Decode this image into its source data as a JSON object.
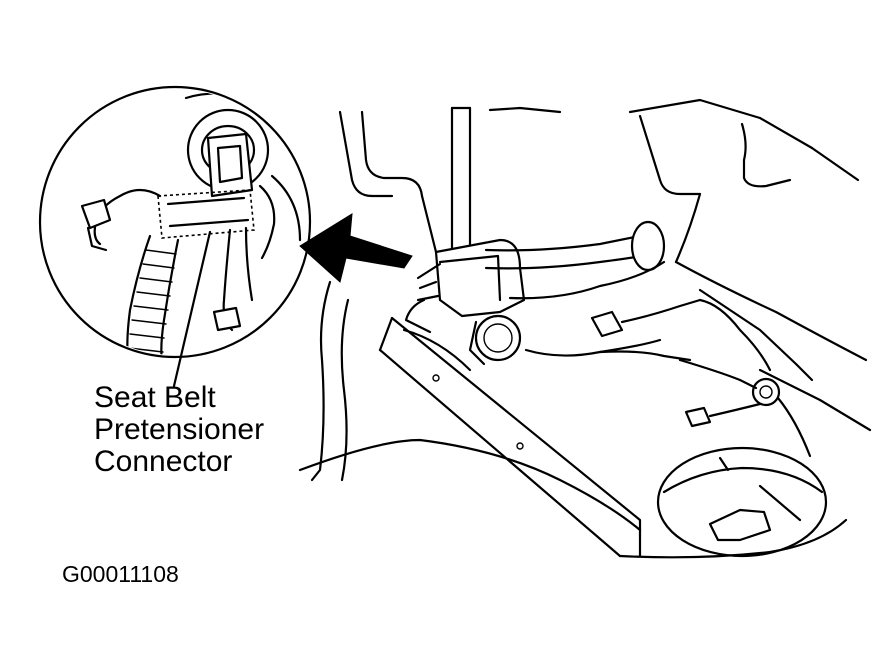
{
  "callout": {
    "lines": [
      "Seat Belt",
      "Pretensioner",
      "Connector"
    ]
  },
  "figure_id": "G00011108",
  "colors": {
    "ink": "#000000",
    "background": "#ffffff"
  }
}
